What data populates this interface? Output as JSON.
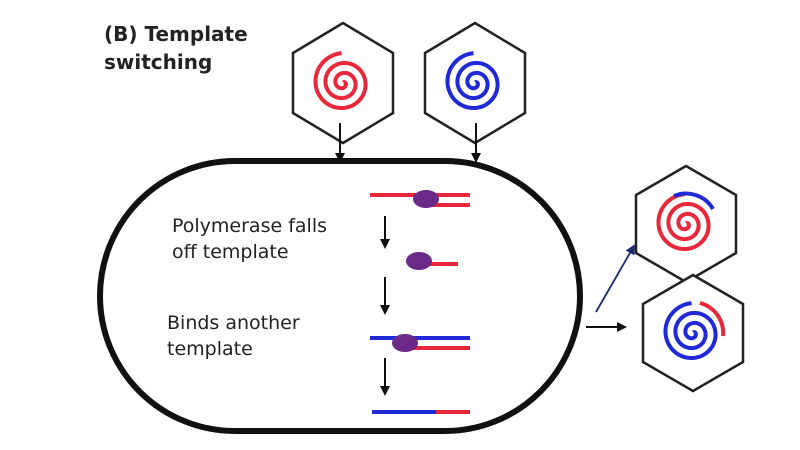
{
  "title": {
    "line1": "(B) Template",
    "line2": "switching"
  },
  "steps": {
    "falls_off_line1": "Polymerase falls",
    "falls_off_line2": "off template",
    "binds_line1": "Binds another",
    "binds_line2": "template"
  },
  "colors": {
    "red_genome": "#e8283a",
    "blue_genome": "#1f2ad6",
    "polymerase": "#6b2a8a",
    "outline": "#111111",
    "arrow_to_top_product": "#1c2a6e"
  }
}
